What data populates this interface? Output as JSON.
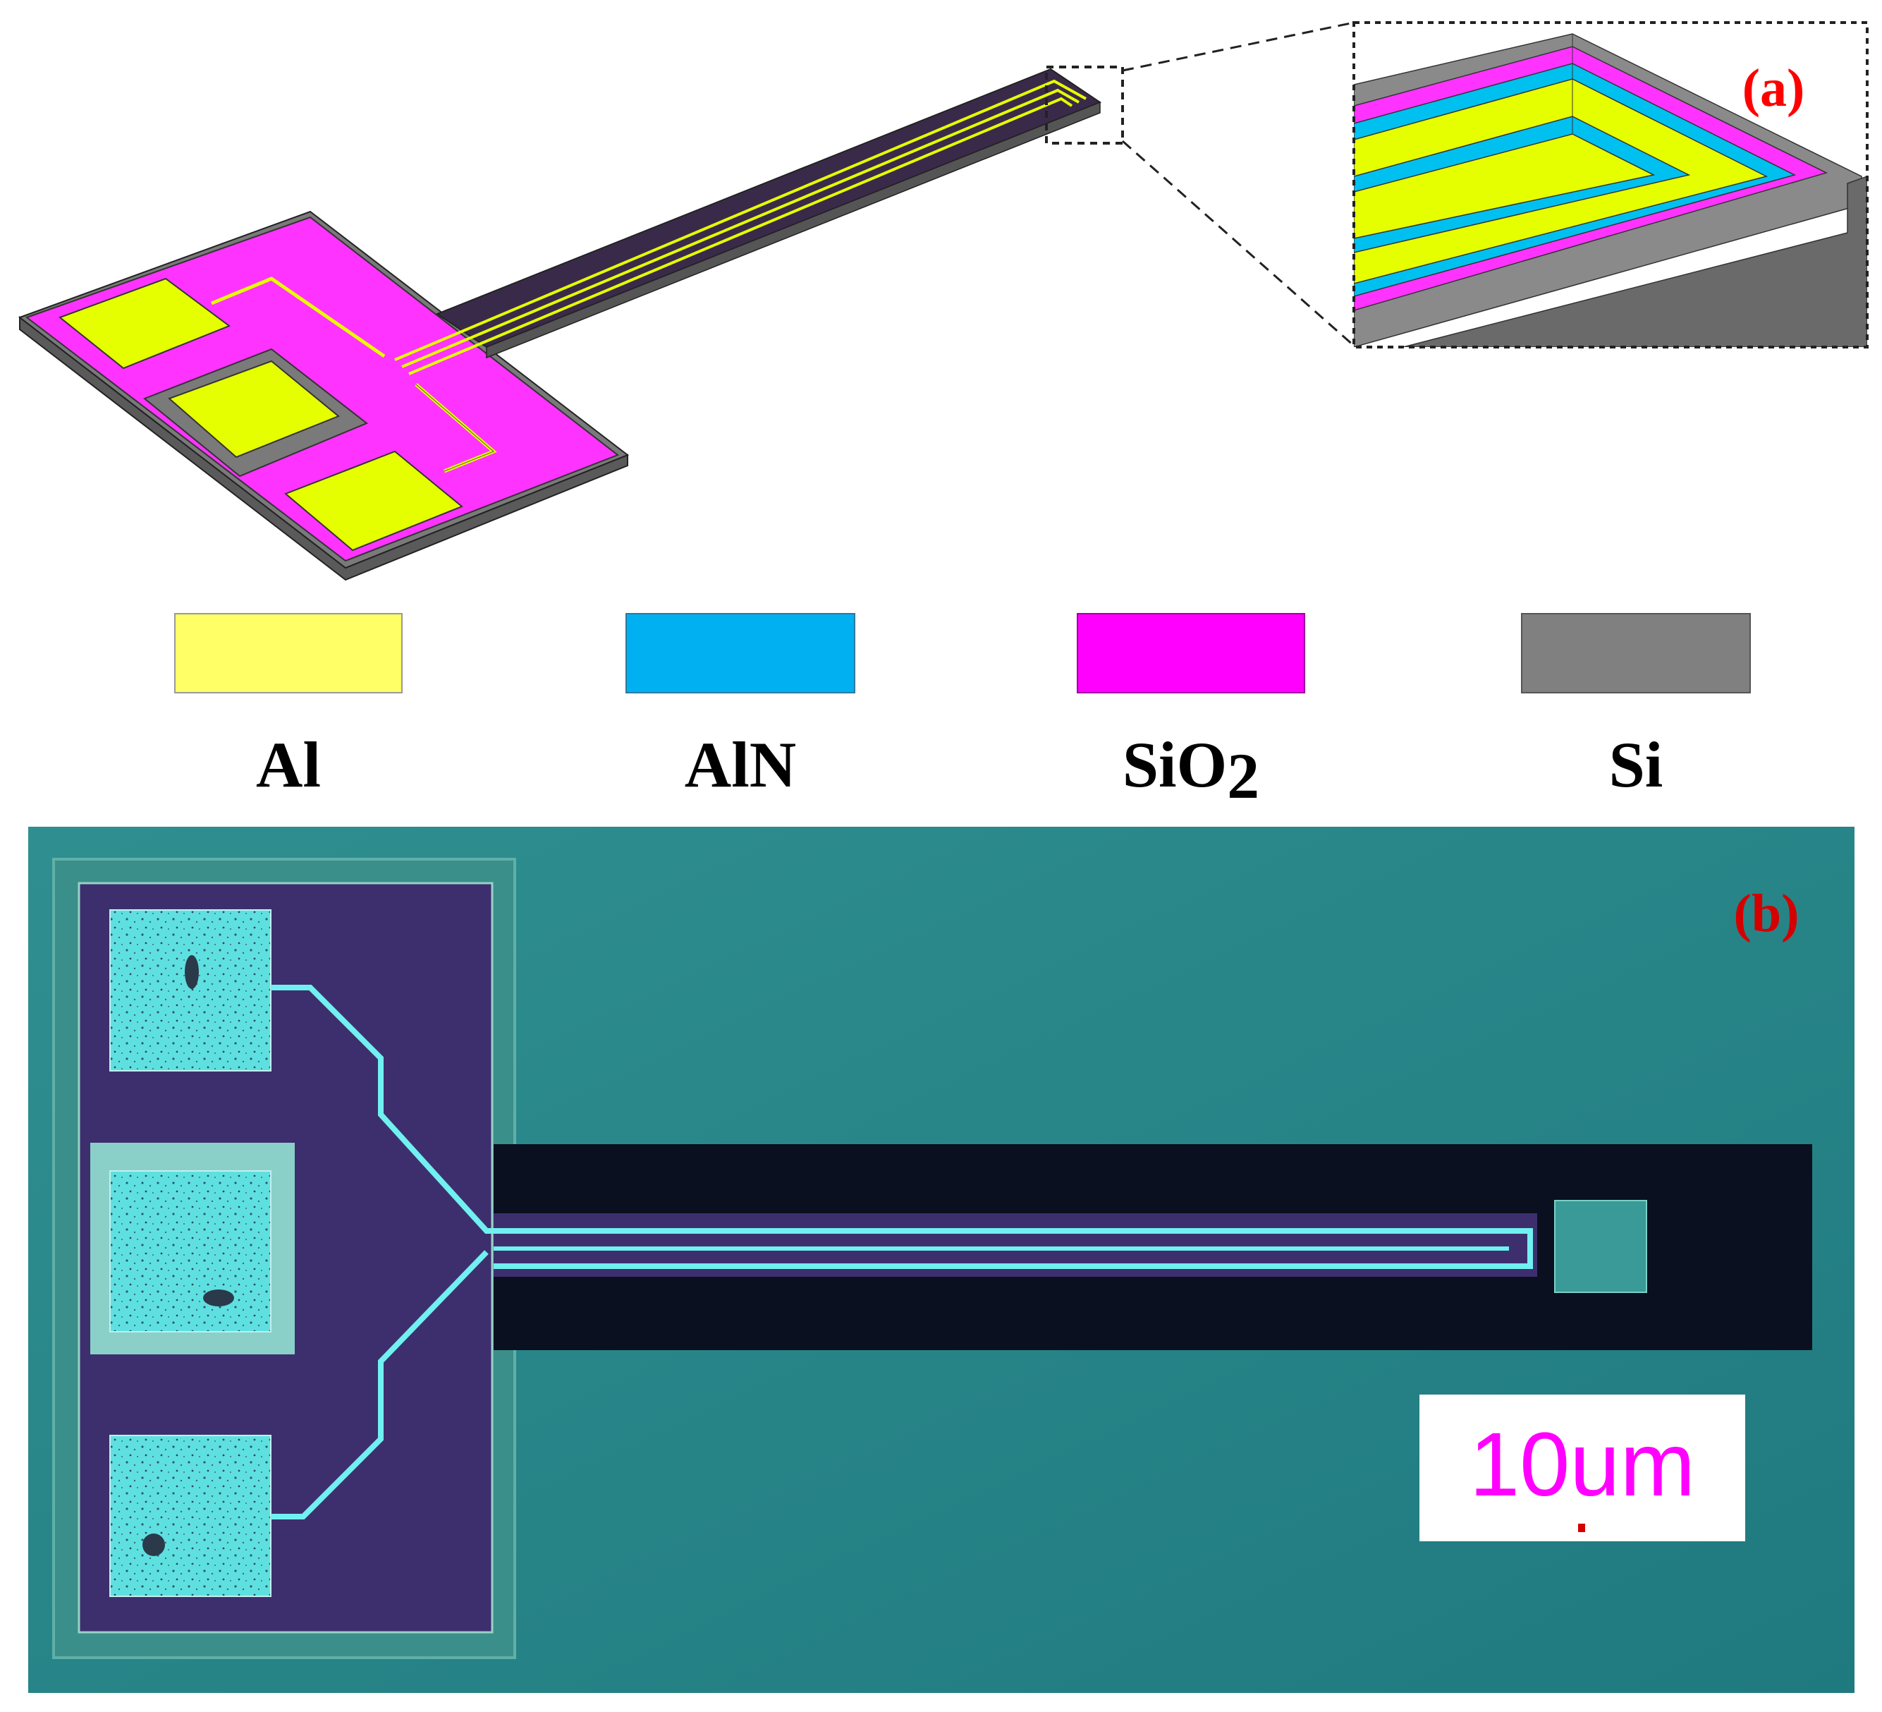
{
  "panel_a": {
    "label": "(a)",
    "label_color": "#ff0000"
  },
  "legend": [
    {
      "name": "Al",
      "color": "#ffff66"
    },
    {
      "name": "AlN",
      "color": "#00b0f0"
    },
    {
      "name": "SiO",
      "subscript": "2",
      "color": "#ff00ff"
    },
    {
      "name": "Si",
      "color": "#808080"
    }
  ],
  "panel_b": {
    "label": "(b)",
    "label_color": "#ff0000",
    "scale_bar_text": "10um",
    "scale_bar_color": "#ff00ff"
  },
  "colors": {
    "al": "#e6ff00",
    "aln": "#00c8f0",
    "sio2": "#ff33ff",
    "si": "#707070",
    "micro_bg": "#2a8a8a",
    "micro_purple": "#3d2f6e",
    "micro_trace": "#70f0f0"
  }
}
